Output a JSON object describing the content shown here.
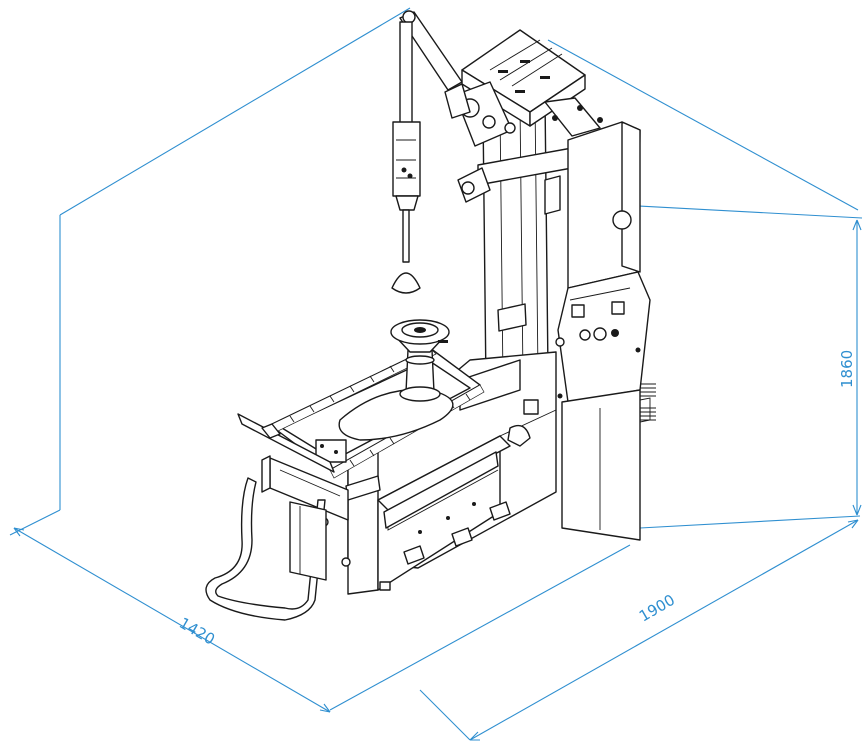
{
  "dimensions": {
    "depth_label": "1420",
    "width_label": "1900",
    "height_label": "1860"
  },
  "colors": {
    "dimension_line": "#2f8fd0",
    "machine_line": "#1a1a1a",
    "background": "#ffffff"
  }
}
